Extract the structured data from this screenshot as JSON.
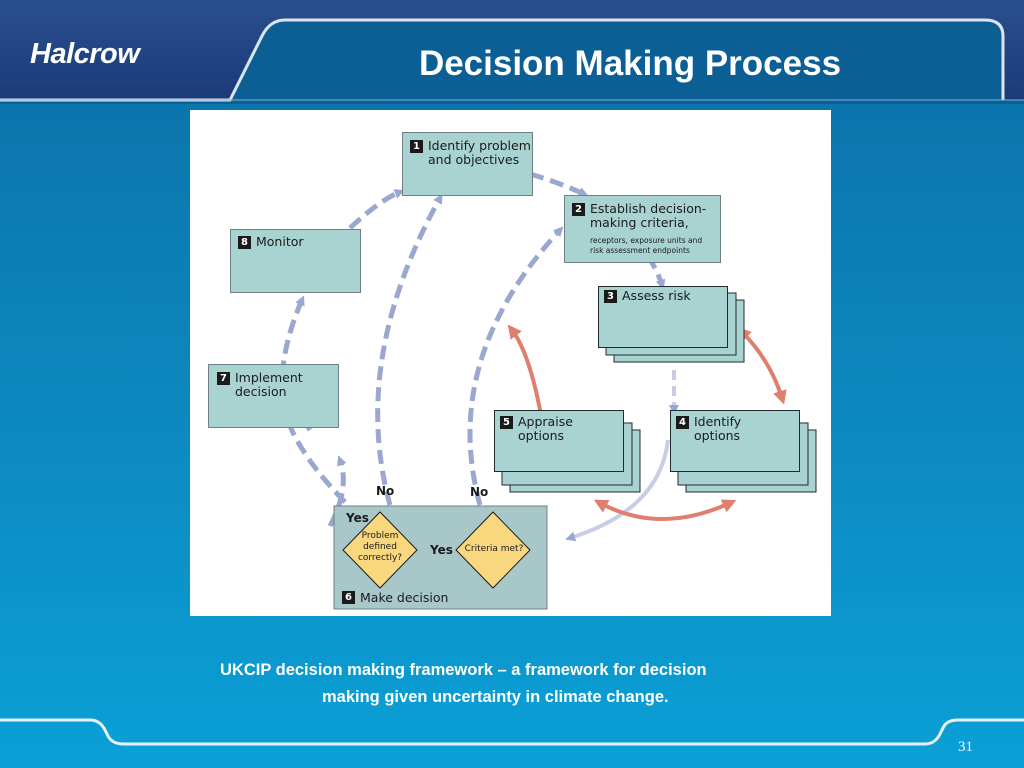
{
  "header": {
    "logo_text": "Halcrow",
    "title": "Decision Making Process"
  },
  "diagram": {
    "steps": [
      {
        "num": "1",
        "label": "Identify problem\nand objectives"
      },
      {
        "num": "2",
        "label": "Establish decision-\nmaking criteria,",
        "sublabel": "receptors, exposure units and\nrisk assessment endpoints"
      },
      {
        "num": "3",
        "label": "Assess risk"
      },
      {
        "num": "4",
        "label": "Identify\noptions"
      },
      {
        "num": "5",
        "label": "Appraise\noptions"
      },
      {
        "num": "6",
        "label": "Make decision"
      },
      {
        "num": "7",
        "label": "Implement\ndecision"
      },
      {
        "num": "8",
        "label": "Monitor"
      }
    ],
    "decisions": {
      "problem_defined": "Problem\ndefined\ncorrectly?",
      "criteria_met": "Criteria met?"
    },
    "labels": {
      "no_left": "No",
      "no_right": "No",
      "yes_top": "Yes",
      "yes_middle": "Yes"
    }
  },
  "caption": {
    "line1": "UKCIP decision making framework – a framework for decision",
    "line2": "making given uncertainty in climate change."
  },
  "footer": {
    "page_number": "31"
  },
  "colors": {
    "dashed_arrow": "#9aa7cf",
    "red_arrow": "#df7f6d",
    "box_fill": "#a8d3d0",
    "diamond_fill": "#f8d77f"
  }
}
